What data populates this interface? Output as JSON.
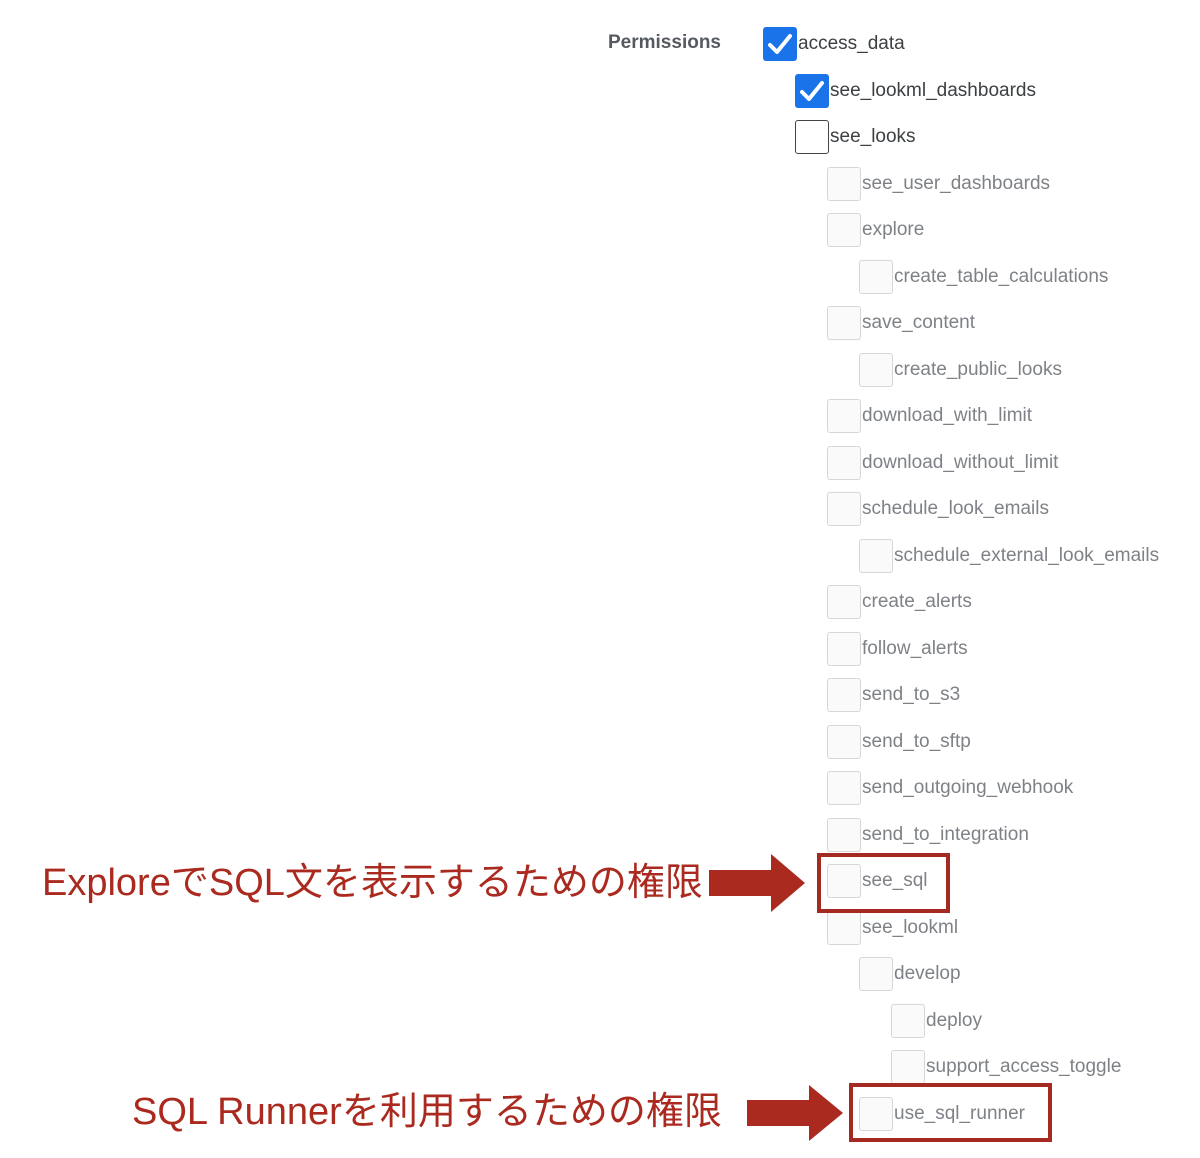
{
  "section_label": "Permissions",
  "permissions": [
    {
      "label": "access_data",
      "state": "checked",
      "level": 0
    },
    {
      "label": "see_lookml_dashboards",
      "state": "checked",
      "level": 1
    },
    {
      "label": "see_looks",
      "state": "unchecked",
      "level": 1
    },
    {
      "label": "see_user_dashboards",
      "state": "disabled",
      "level": 2
    },
    {
      "label": "explore",
      "state": "disabled",
      "level": 2
    },
    {
      "label": "create_table_calculations",
      "state": "disabled",
      "level": 3
    },
    {
      "label": "save_content",
      "state": "disabled",
      "level": 2
    },
    {
      "label": "create_public_looks",
      "state": "disabled",
      "level": 3
    },
    {
      "label": "download_with_limit",
      "state": "disabled",
      "level": 2
    },
    {
      "label": "download_without_limit",
      "state": "disabled",
      "level": 2
    },
    {
      "label": "schedule_look_emails",
      "state": "disabled",
      "level": 2
    },
    {
      "label": "schedule_external_look_emails",
      "state": "disabled",
      "level": 3
    },
    {
      "label": "create_alerts",
      "state": "disabled",
      "level": 2
    },
    {
      "label": "follow_alerts",
      "state": "disabled",
      "level": 2
    },
    {
      "label": "send_to_s3",
      "state": "disabled",
      "level": 2
    },
    {
      "label": "send_to_sftp",
      "state": "disabled",
      "level": 2
    },
    {
      "label": "send_outgoing_webhook",
      "state": "disabled",
      "level": 2
    },
    {
      "label": "send_to_integration",
      "state": "disabled",
      "level": 2
    },
    {
      "label": "see_sql",
      "state": "disabled",
      "level": 2
    },
    {
      "label": "see_lookml",
      "state": "disabled",
      "level": 2
    },
    {
      "label": "develop",
      "state": "disabled",
      "level": 3
    },
    {
      "label": "deploy",
      "state": "disabled",
      "level": 4
    },
    {
      "label": "support_access_toggle",
      "state": "disabled",
      "level": 4
    },
    {
      "label": "use_sql_runner",
      "state": "disabled",
      "level": 3
    }
  ],
  "annotations": [
    {
      "text": "ExploreでSQL文を表示するための権限",
      "target": "see_sql"
    },
    {
      "text": "SQL Runnerを利用するための権限",
      "target": "use_sql_runner"
    }
  ],
  "colors": {
    "checkbox_checked": "#1a73e8",
    "annotation": "#ab2a20",
    "highlight_border": "#a52a21"
  }
}
